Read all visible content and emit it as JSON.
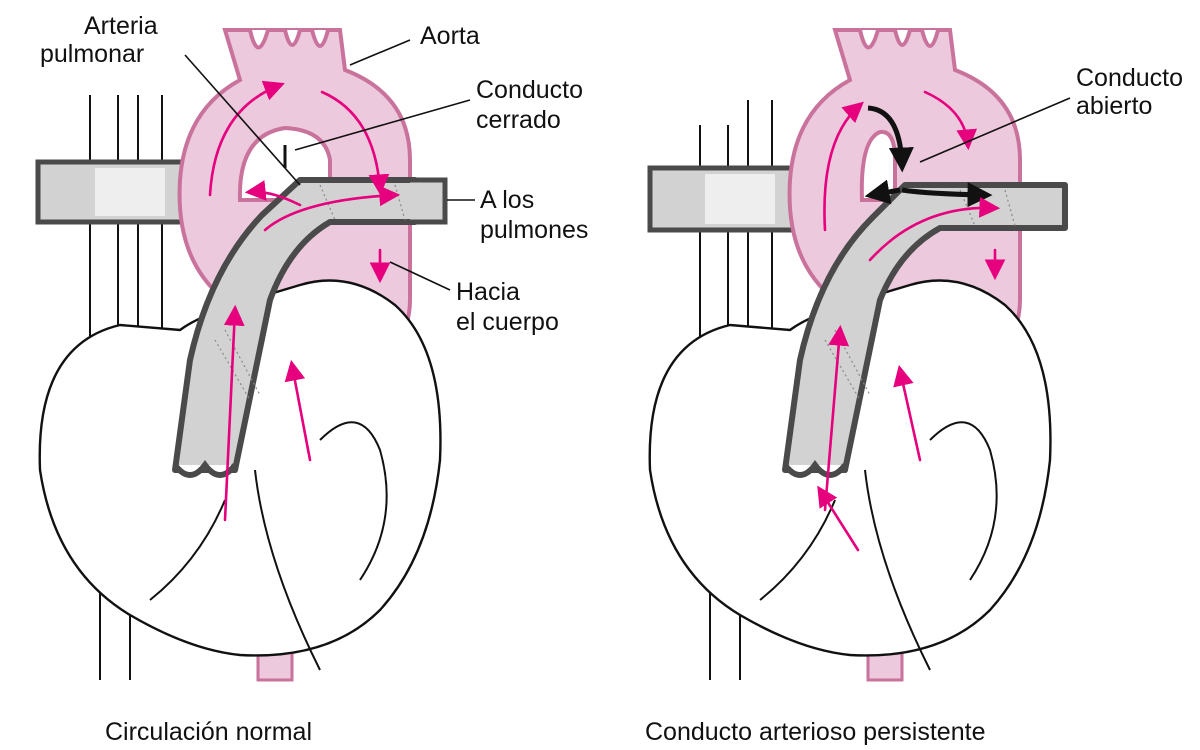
{
  "colors": {
    "aorta_fill": "#ecc9dd",
    "aorta_wall": "#c9739c",
    "pulmonary_fill": "#d2d2d2",
    "pulmonary_wall": "#4a4a4a",
    "flow_arrow": "#e6007e",
    "shunt_arrow": "#111111"
  },
  "left_panel": {
    "caption": "Circulación normal",
    "labels": {
      "pulmonary_artery_line1": "Arteria",
      "pulmonary_artery_line2": "pulmonar",
      "aorta": "Aorta",
      "closed_duct_line1": "Conducto",
      "closed_duct_line2": "cerrado",
      "to_lungs_line1": "A los",
      "to_lungs_line2": "pulmones",
      "to_body_line1": "Hacia",
      "to_body_line2": "el cuerpo"
    }
  },
  "right_panel": {
    "caption": "Conducto arterioso persistente",
    "labels": {
      "open_duct_line1": "Conducto",
      "open_duct_line2": "abierto"
    }
  }
}
